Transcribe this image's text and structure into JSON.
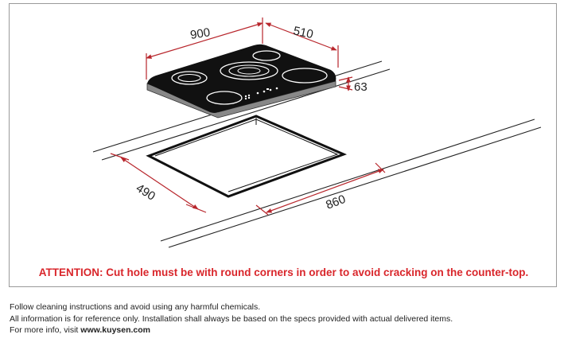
{
  "dimensions": {
    "hob_width": "900",
    "hob_depth": "510",
    "hob_height": "63",
    "cutout_depth": "490",
    "cutout_width": "860"
  },
  "attention": "ATTENTION: Cut hole must be with round corners in order to avoid cracking on the counter-top.",
  "footer": {
    "line1": "Follow cleaning instructions and avoid using any harmful chemicals.",
    "line2": "All information is for reference only. Installation shall always be based on the specs provided with actual delivered items.",
    "line3_prefix": "For more info, visit ",
    "line3_link": "www.kuysen.com"
  },
  "colors": {
    "dimension_line": "#b8262c",
    "attention_text": "#d9262b",
    "hob_glass": "#111111",
    "burner_ring": "#ffffff"
  }
}
